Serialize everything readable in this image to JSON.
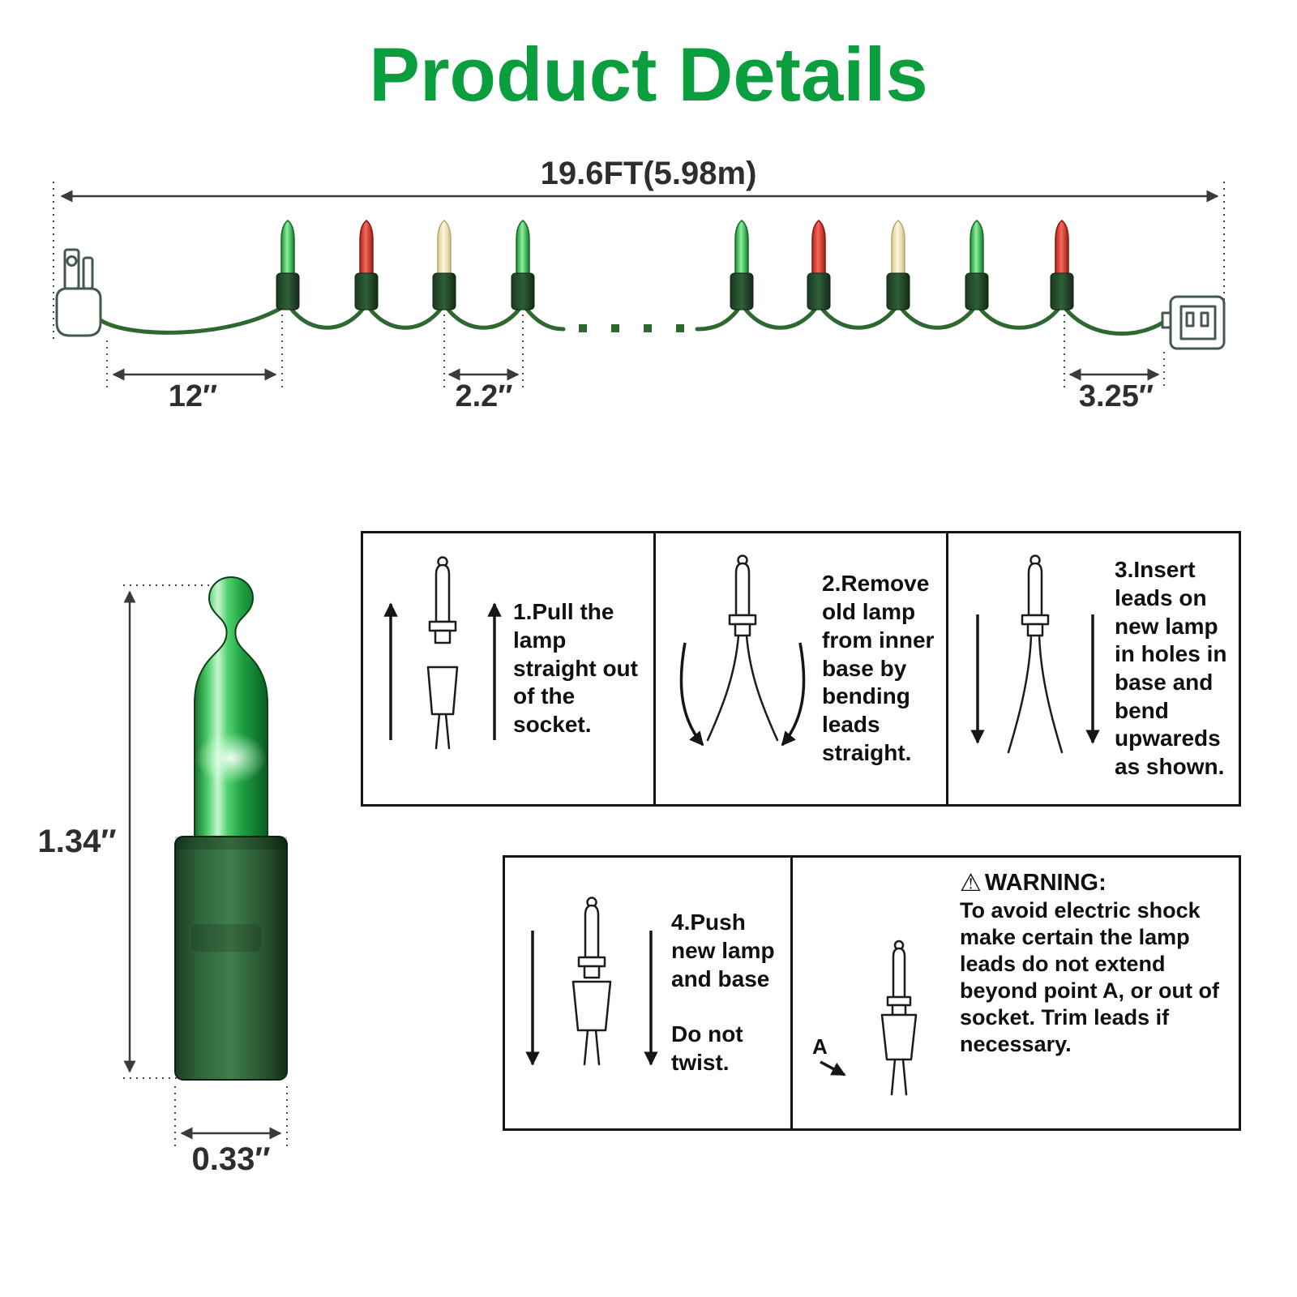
{
  "title": "Product Details",
  "string_diagram": {
    "total_length_label": "19.6FT(5.98m)",
    "lead_spacing_label": "12″",
    "bulb_spacing_label": "2.2″",
    "end_spacing_label": "3.25″",
    "bulb_colors": [
      "bulb-green",
      "bulb-red",
      "bulb-warm",
      "bulb-green",
      "bulb-green",
      "bulb-red",
      "bulb-warm",
      "bulb-green",
      "bulb-red"
    ]
  },
  "bulb_detail": {
    "height_label": "1.34″",
    "width_label": "0.33″"
  },
  "instructions": {
    "step1": "1.Pull the lamp straight out of the socket.",
    "step2": "2.Remove old lamp from inner base by bending leads straight.",
    "step3": "3.Insert leads on new lamp in holes in base and bend upwareds as shown.",
    "step4_line1": "4.Push new lamp and base",
    "step4_line2": "Do not twist.",
    "warning_icon": "⚠",
    "warning_title": "WARNING:",
    "warning_body": "To avoid electric shock make certain the lamp leads do not extend beyond point A, or out of socket. Trim leads if necessary.",
    "point_a_label": "A"
  },
  "colors": {
    "title_green": "#0b9e3e",
    "wire_green": "#2d682f",
    "dimension_line": "#3a3a3a"
  }
}
